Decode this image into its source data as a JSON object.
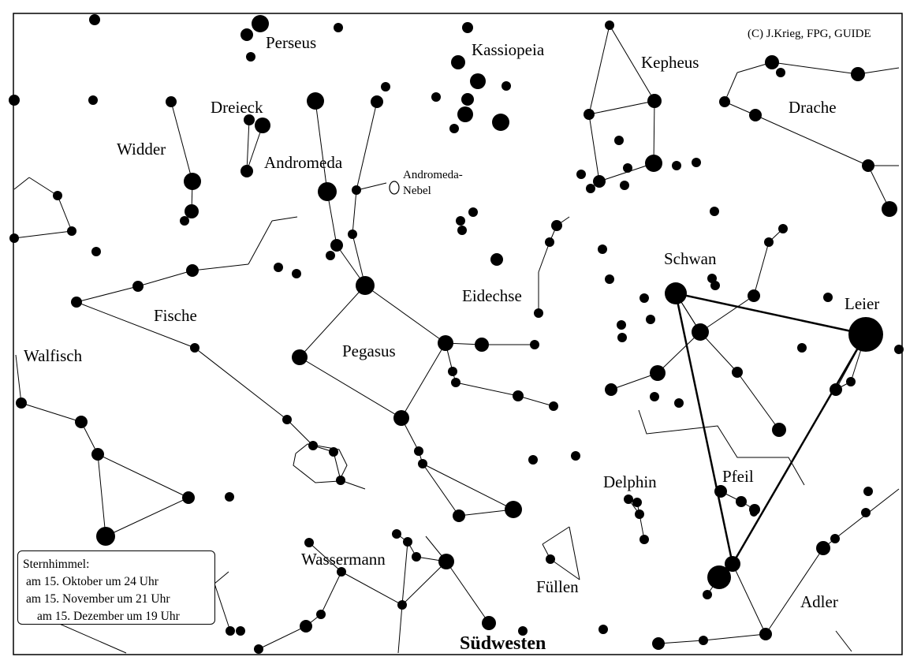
{
  "copyright": "(C) J.Krieg, FPG, GUIDE",
  "direction": "Südwesten",
  "constellations": {
    "perseus": "Perseus",
    "kassiopeia": "Kassiopeia",
    "kepheus": "Kepheus",
    "drache": "Drache",
    "dreieck": "Dreieck",
    "widder": "Widder",
    "andromeda": "Andromeda",
    "schwan": "Schwan",
    "leier": "Leier",
    "eidechse": "Eidechse",
    "fische": "Fische",
    "walfisch": "Walfisch",
    "pegasus": "Pegasus",
    "delphin": "Delphin",
    "pfeil": "Pfeil",
    "fuellen": "Füllen",
    "adler": "Adler",
    "wassermann": "Wassermann"
  },
  "nebula": {
    "line1": "Andromeda-",
    "line2": "Nebel"
  },
  "legend": {
    "title": "Sternhimmel:",
    "line1": "am 15. Oktober um 24 Uhr",
    "line2": "am 15. November um 21 Uhr",
    "line3": "am 15. Dezember um 19 Uhr"
  },
  "colors": {
    "background": "#ffffff",
    "ink": "#000000"
  }
}
